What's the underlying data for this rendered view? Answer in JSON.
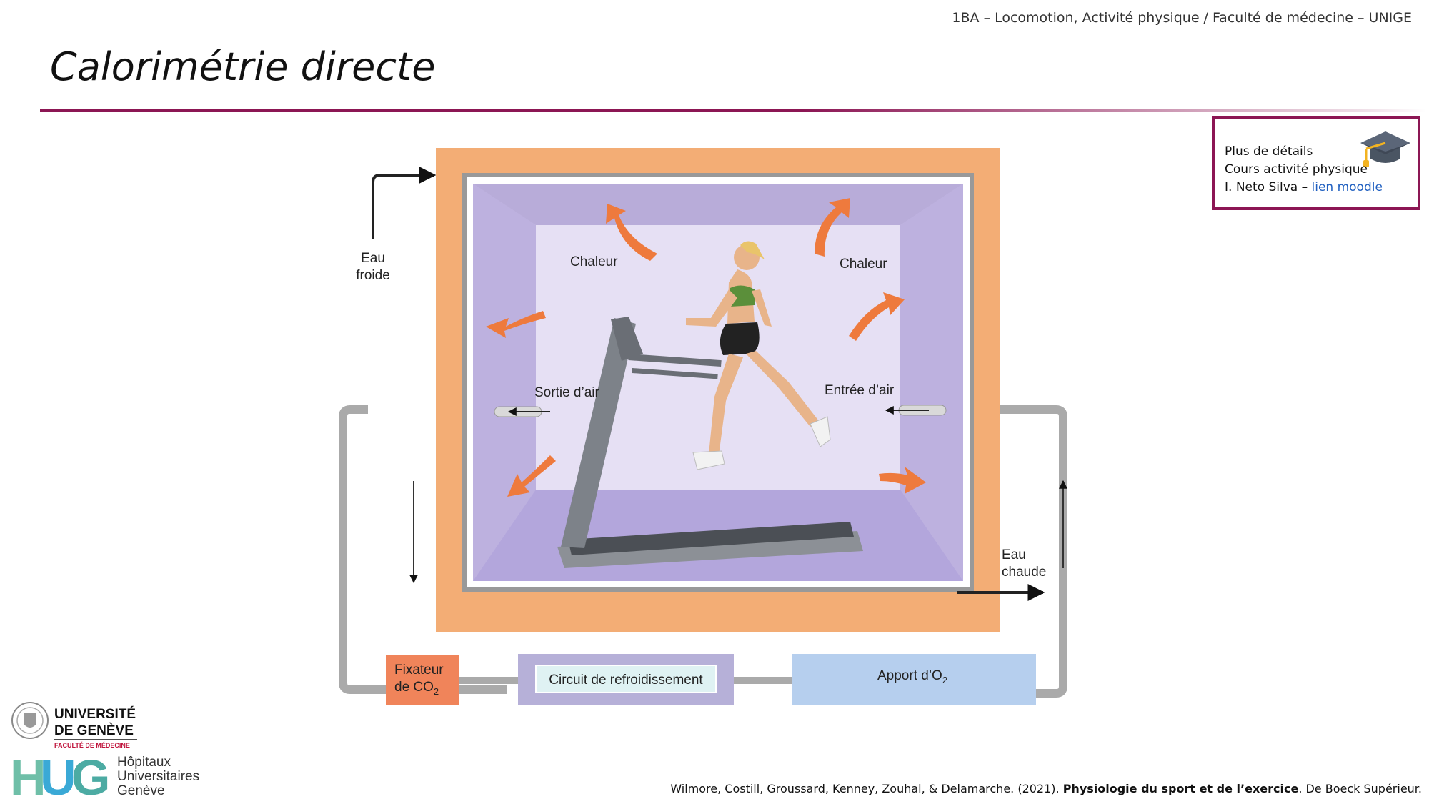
{
  "header": {
    "course": "1BA – Locomotion, Activité physique / Faculté de médecine – UNIGE"
  },
  "title": "Calorimétrie directe",
  "info_box": {
    "line1": "Plus de détails",
    "line2": "Cours activité physique",
    "line3_prefix": "I. Neto Silva  – ",
    "link_text": "lien moodle",
    "icon": "graduation-cap-icon"
  },
  "diagram": {
    "cold_water": [
      "Eau",
      "froide"
    ],
    "hot_water": [
      "Eau",
      "chaude"
    ],
    "heat_left": "Chaleur",
    "heat_right": "Chaleur",
    "air_out": "Sortie d’air",
    "air_in": "Entrée d’air",
    "co2_fixer": [
      "Fixateur",
      "de CO",
      "2"
    ],
    "cooling_circuit": "Circuit de refroidissement",
    "o2_supply": [
      "Apport d’O",
      "2"
    ]
  },
  "logos": {
    "unige": [
      "UNIVERSITÉ",
      "DE GENÈVE",
      "FACULTÉ DE MÉDECINE"
    ],
    "hug": [
      "Hôpitaux",
      "Universitaires",
      "Genève"
    ]
  },
  "footer": {
    "ref_prefix": "Wilmore, Costill, Groussard, Kenney, Zouhal, & Delamarche. (2021). ",
    "ref_title": "Physiologie du sport et de l’exercice",
    "ref_suffix": ". De Boeck Supérieur."
  },
  "colors": {
    "accent": "#8c1654",
    "chamber_outer": "#f3ad75",
    "chamber_inner": "#c8bde6",
    "heat_arrow": "#ee7a3d",
    "o2_box": "#b6cfee",
    "co2_box": "#f0845a",
    "cooling_box": "#b6b0d8",
    "link": "#1f5fc0"
  }
}
